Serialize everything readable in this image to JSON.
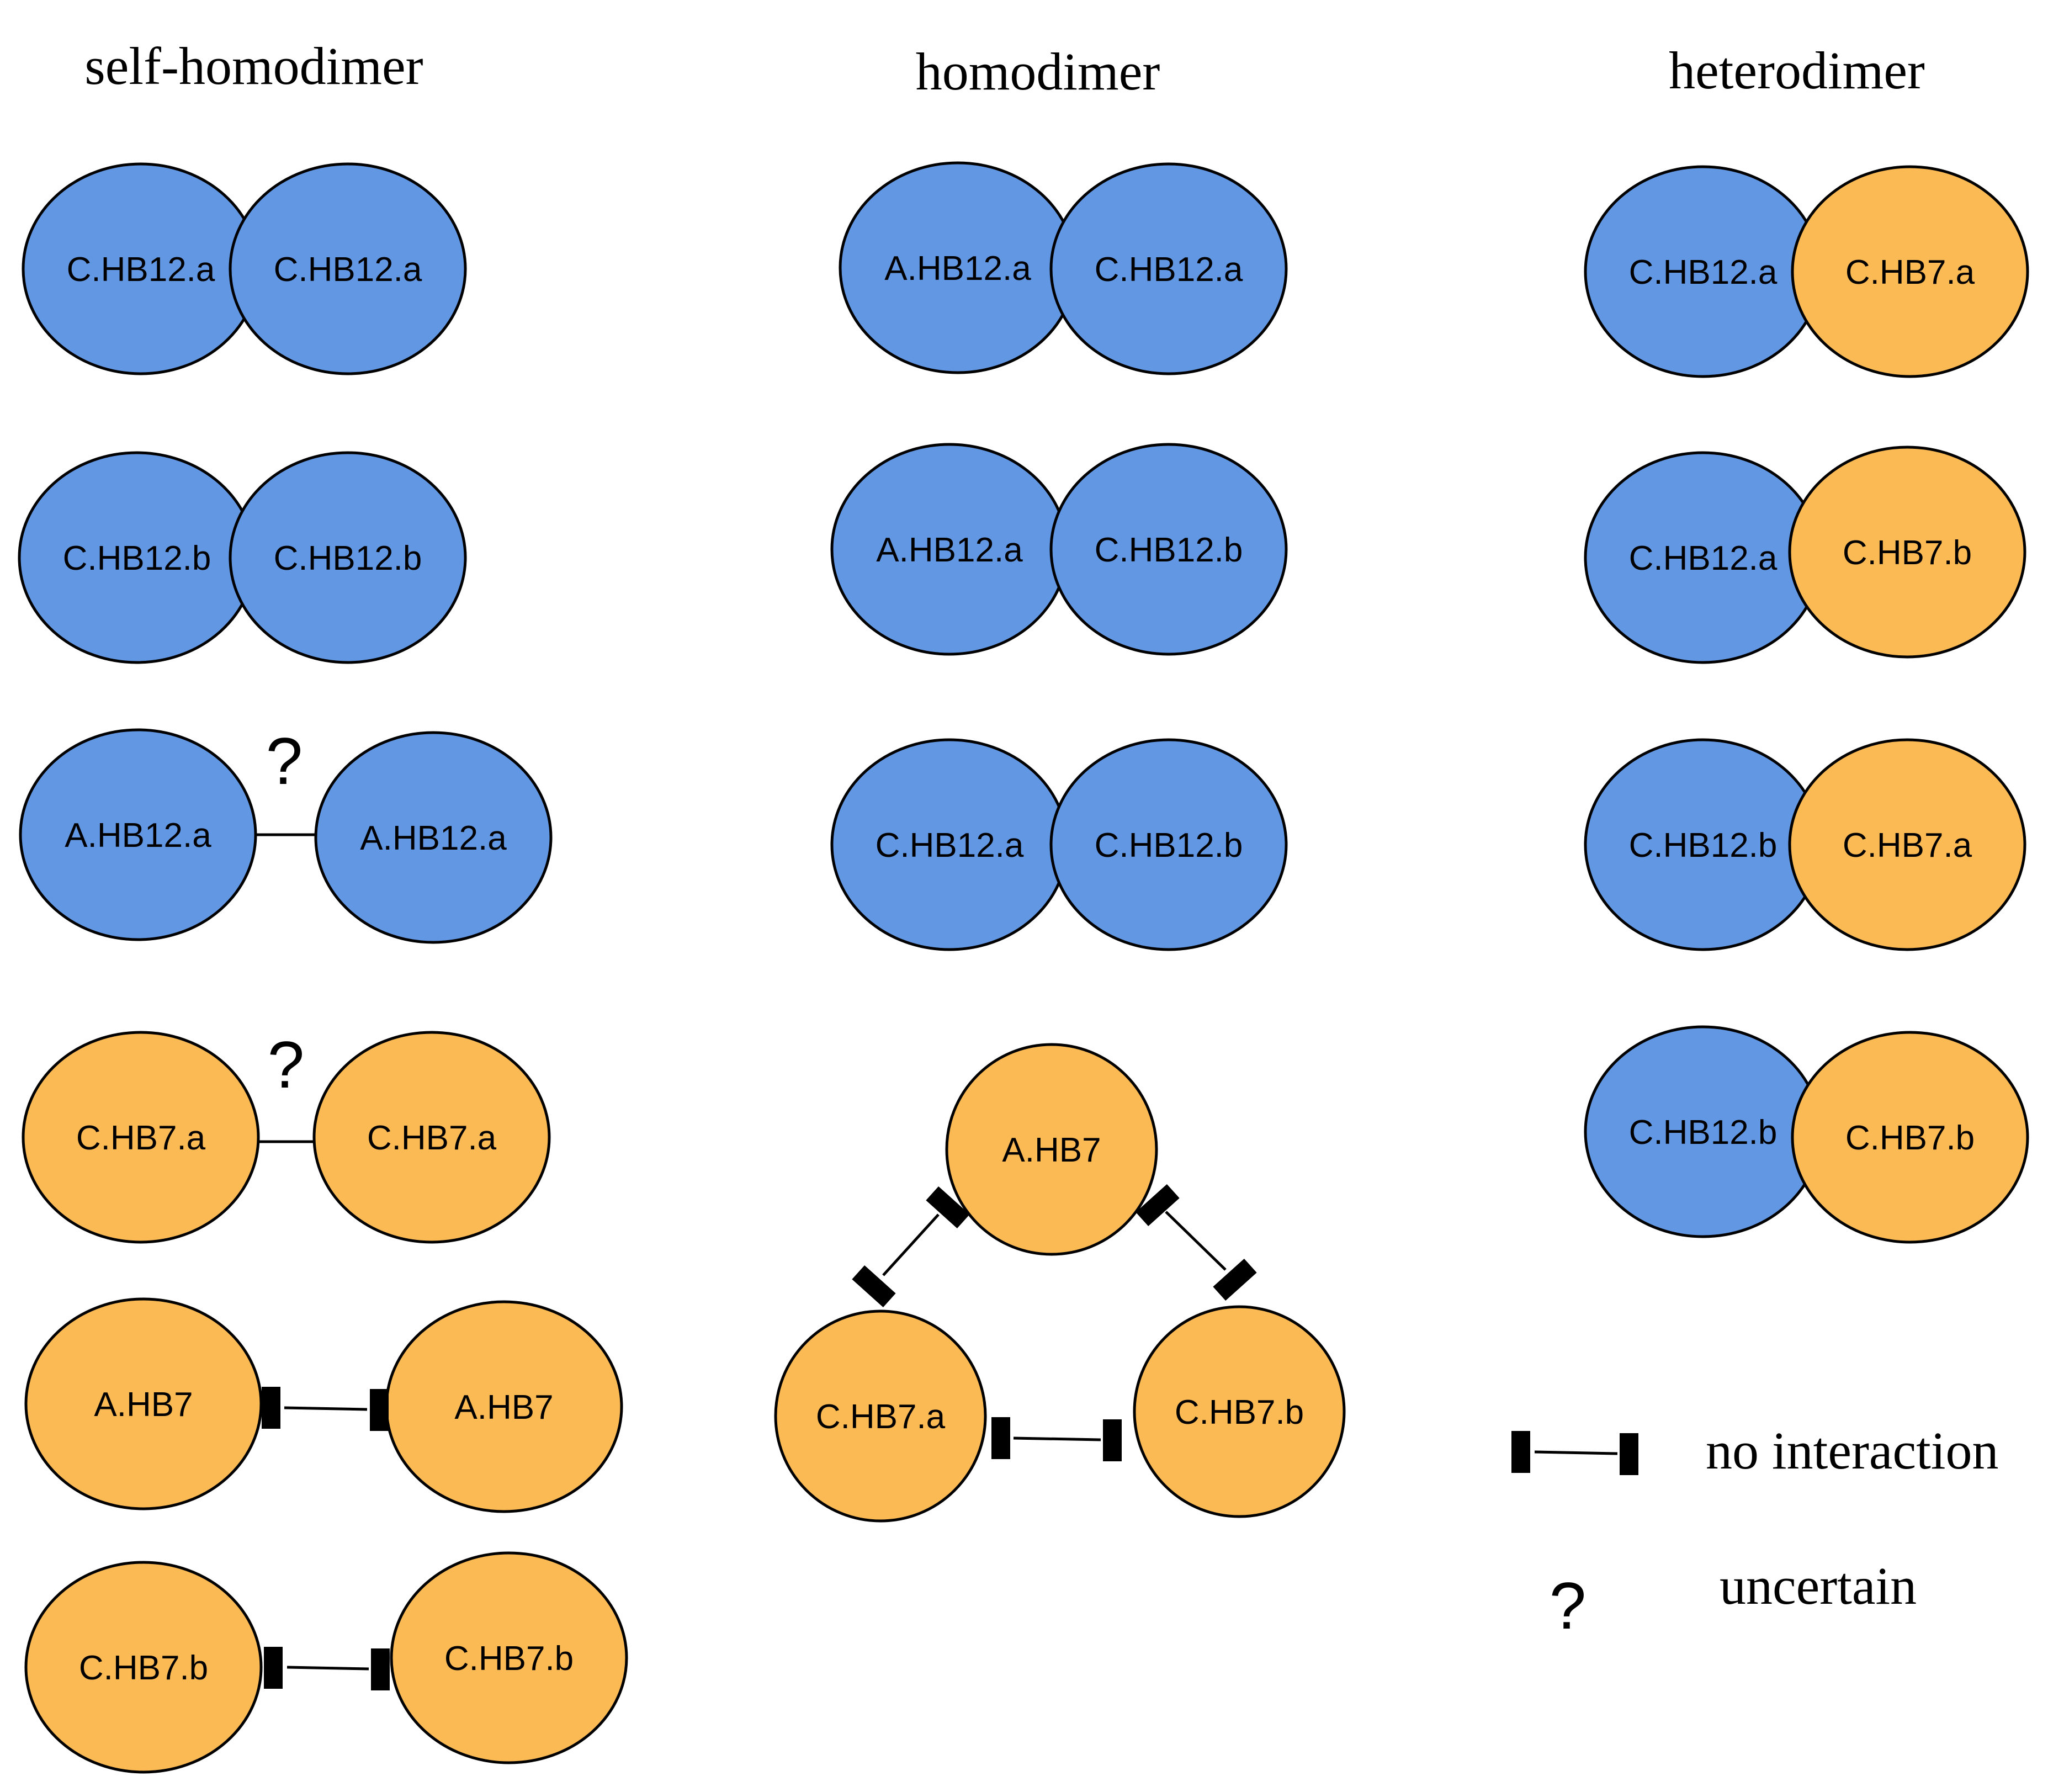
{
  "colors": {
    "blue": "#6297E4",
    "orange": "#FCBA54",
    "stroke": "#000000"
  },
  "columns": {
    "self_homodimer": "self-homodimer",
    "homodimer": "homodimer",
    "heterodimer": "heterodimer"
  },
  "legend": {
    "no_interaction": "no interaction",
    "uncertain": "uncertain",
    "question_mark": "?"
  },
  "self_homodimer": [
    {
      "type": "touching",
      "left": "C.HB12.a",
      "right": "C.HB12.a",
      "color": "blue"
    },
    {
      "type": "touching",
      "left": "C.HB12.b",
      "right": "C.HB12.b",
      "color": "blue"
    },
    {
      "type": "uncertain",
      "left": "A.HB12.a",
      "right": "A.HB12.a",
      "color": "blue",
      "mark": "?"
    },
    {
      "type": "uncertain",
      "left": "C.HB7.a",
      "right": "C.HB7.a",
      "color": "orange",
      "mark": "?"
    },
    {
      "type": "no_interaction",
      "left": "A.HB7",
      "right": "A.HB7",
      "color": "orange"
    },
    {
      "type": "no_interaction",
      "left": "C.HB7.b",
      "right": "C.HB7.b",
      "color": "orange"
    }
  ],
  "homodimer": [
    {
      "type": "touching",
      "left": "A.HB12.a",
      "right": "C.HB12.a",
      "color": "blue"
    },
    {
      "type": "touching",
      "left": "A.HB12.a",
      "right": "C.HB12.b",
      "color": "blue"
    },
    {
      "type": "touching",
      "left": "C.HB12.a",
      "right": "C.HB12.b",
      "color": "blue"
    }
  ],
  "homodimer_triangle": {
    "top": "A.HB7",
    "left": "C.HB7.a",
    "right": "C.HB7.b"
  },
  "heterodimer": [
    {
      "type": "touching",
      "left": "C.HB12.a",
      "right": "C.HB7.a",
      "left_color": "blue",
      "right_color": "orange"
    },
    {
      "type": "touching",
      "left": "C.HB12.a",
      "right": "C.HB7.b",
      "left_color": "blue",
      "right_color": "orange"
    },
    {
      "type": "touching",
      "left": "C.HB12.b",
      "right": "C.HB7.a",
      "left_color": "blue",
      "right_color": "orange"
    },
    {
      "type": "touching",
      "left": "C.HB12.b",
      "right": "C.HB7.b",
      "left_color": "blue",
      "right_color": "orange"
    }
  ]
}
